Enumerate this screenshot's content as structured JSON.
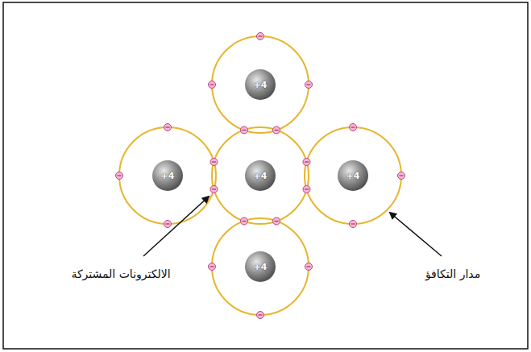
{
  "diagram": {
    "nodes": [
      {
        "text": [
          "+4"
        ]
      },
      {
        "text": [
          "+4"
        ]
      },
      {
        "text": [
          "+4"
        ]
      },
      {
        "text": [
          "+4"
        ]
      },
      {
        "text": [
          "+4"
        ]
      }
    ],
    "labels": [
      "الالكترونات المشتركة",
      "مدار التكافؤ"
    ]
  }
}
